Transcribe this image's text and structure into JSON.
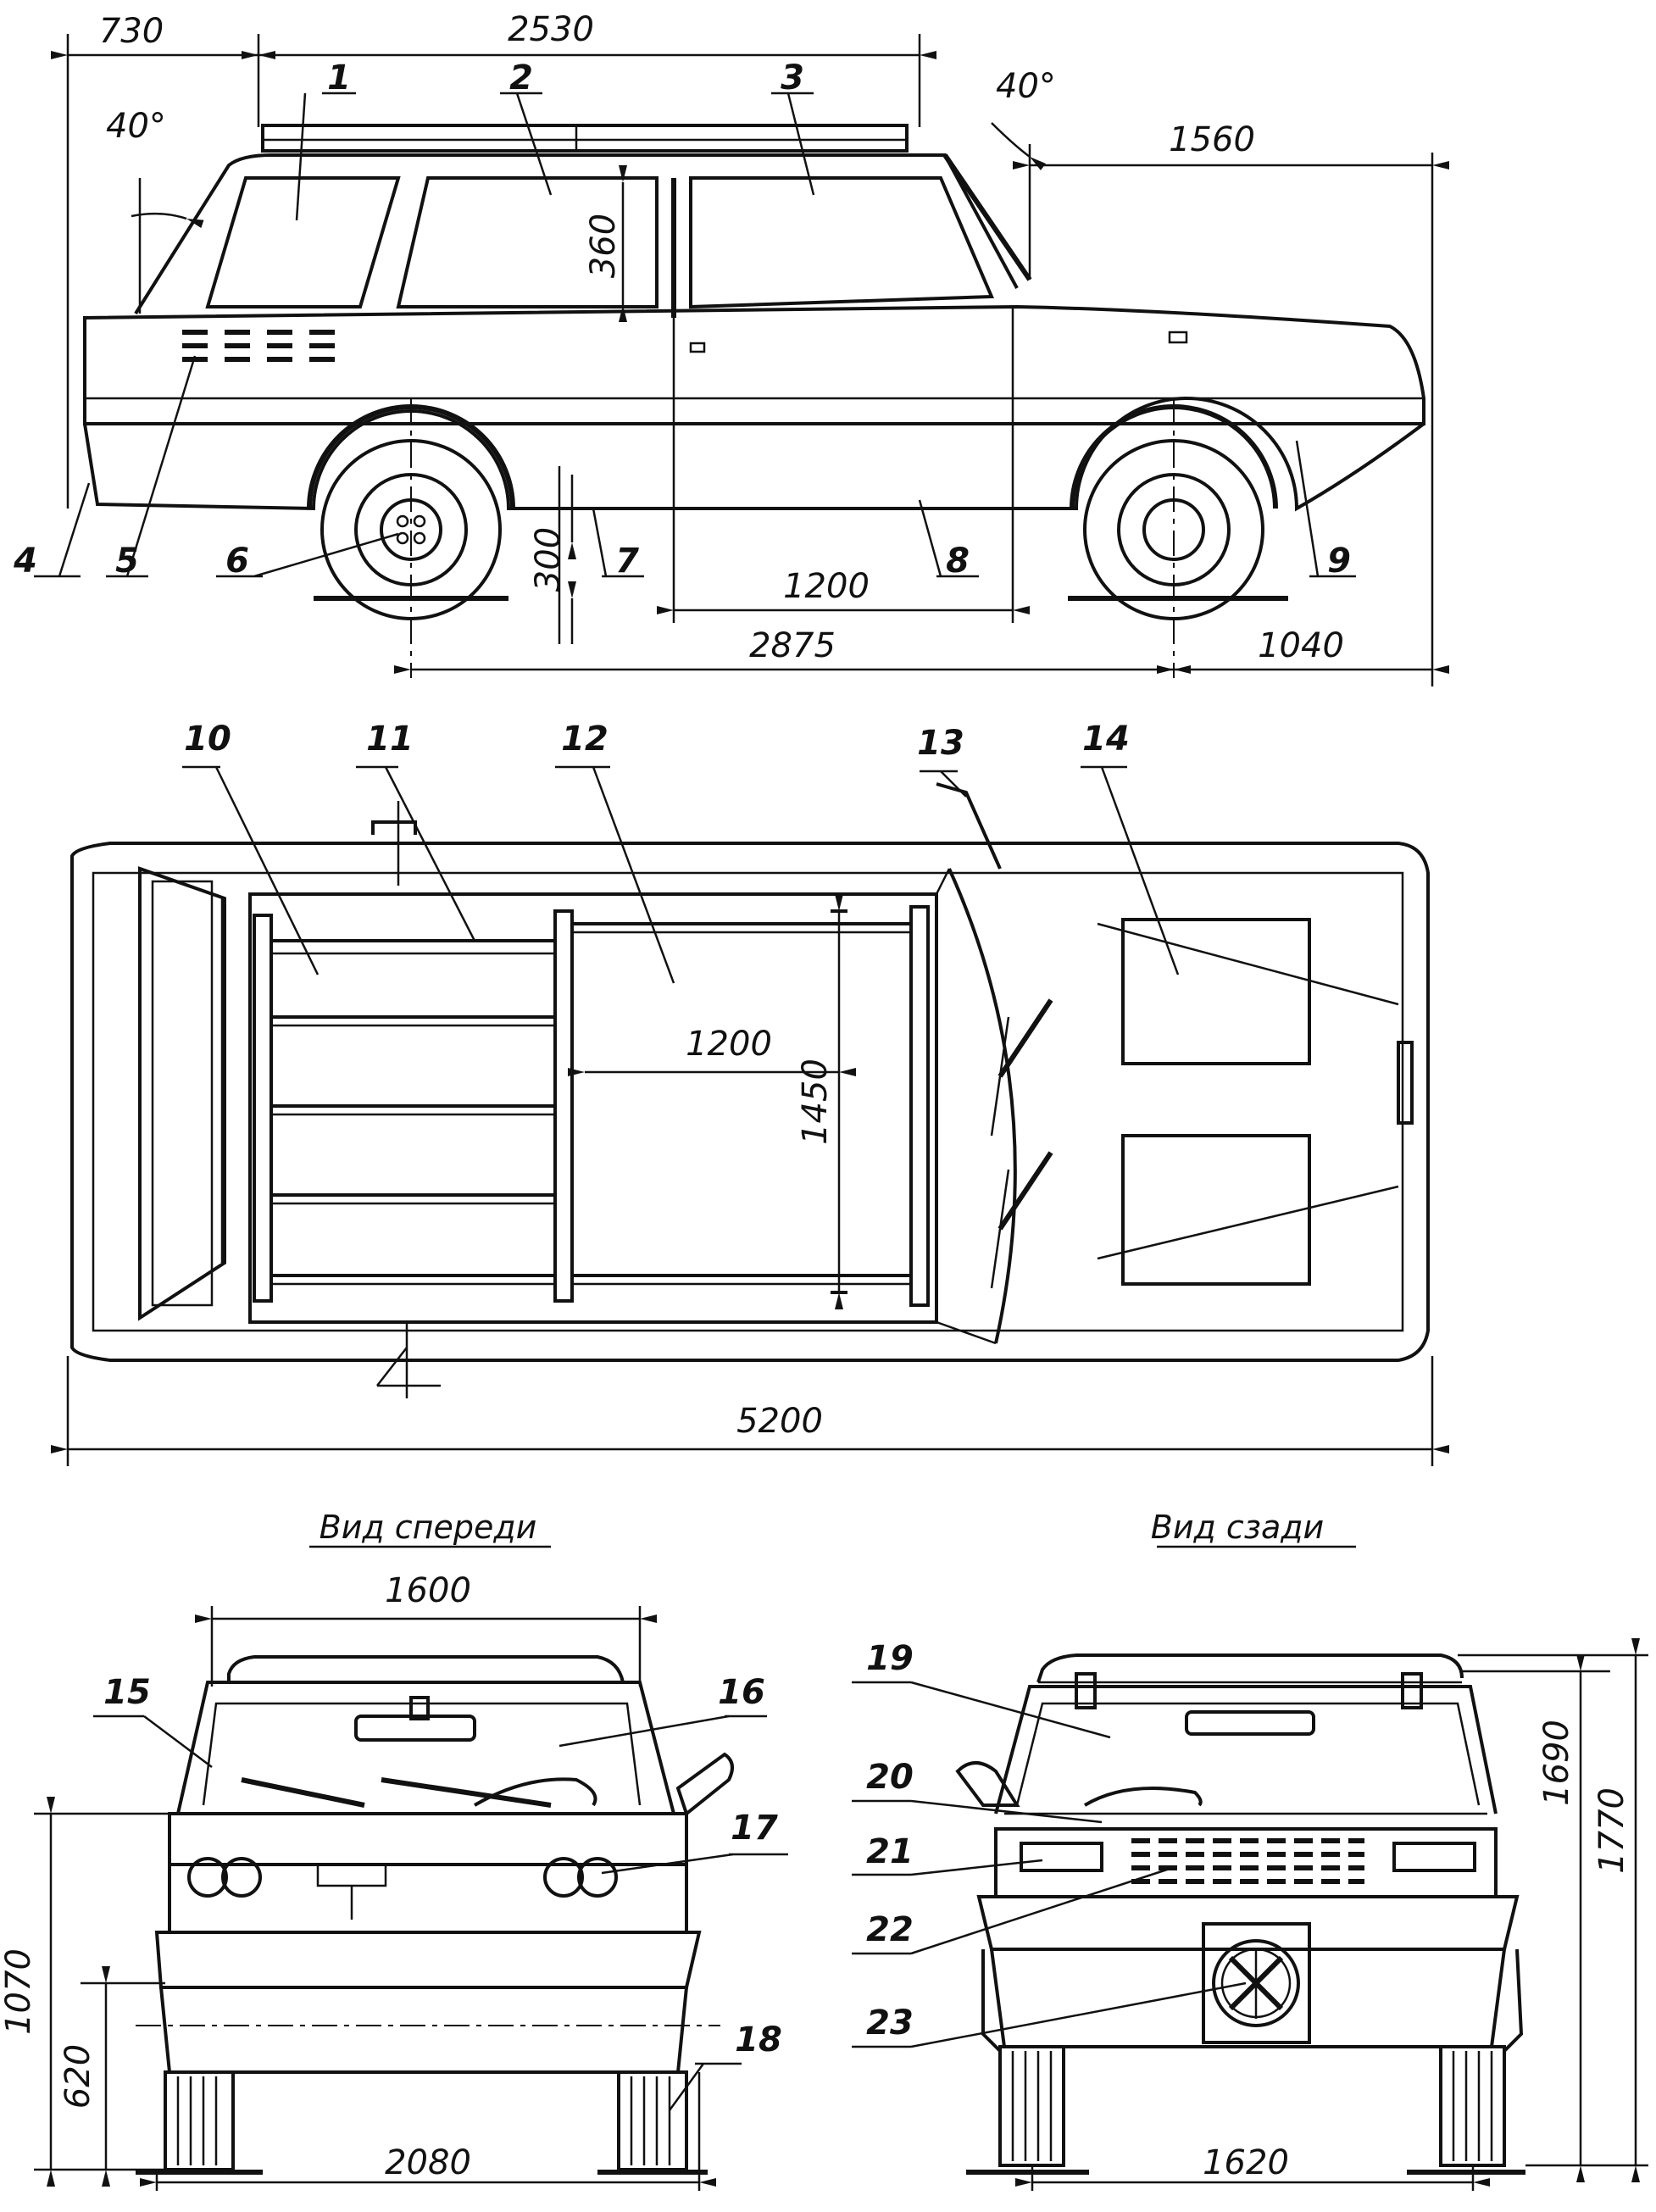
{
  "views": {
    "front_title": "Вид спереди",
    "rear_title": "Вид сзади"
  },
  "callouts": [
    "1",
    "2",
    "3",
    "4",
    "5",
    "6",
    "7",
    "8",
    "9",
    "10",
    "11",
    "12",
    "13",
    "14",
    "15",
    "16",
    "17",
    "18",
    "19",
    "20",
    "21",
    "22",
    "23"
  ],
  "dimensions": {
    "side": {
      "front_overhang_top": "730",
      "roof_length": "2530",
      "windshield_angle": "40°",
      "rear_glass_angle": "40°",
      "rear_section": "1560",
      "window_height": "360",
      "ground_clearance": "300",
      "door_width": "1200",
      "wheelbase": "2875",
      "rear_overhang": "1040"
    },
    "top": {
      "rack_width": "1200",
      "rack_length": "1450",
      "overall_length": "5200"
    },
    "front": {
      "roof_width": "1600",
      "body_height": "1070",
      "bumper_height": "620",
      "overall_width": "2080"
    },
    "rear": {
      "track": "1620",
      "height_body": "1690",
      "height_total": "1770"
    }
  }
}
